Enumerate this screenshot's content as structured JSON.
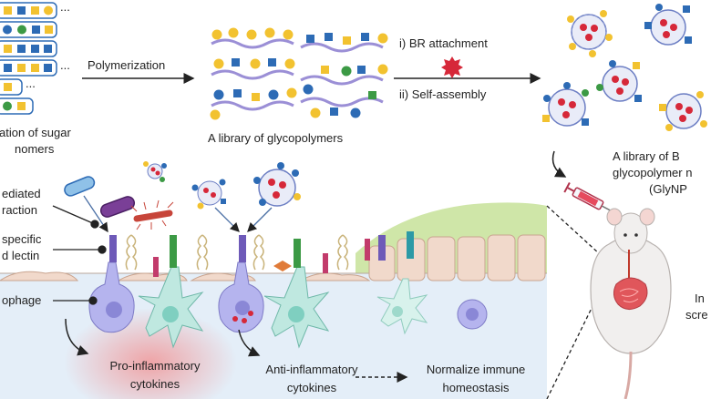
{
  "colors": {
    "sugar_yellow": "#f2c230",
    "sugar_blue": "#2d6bb5",
    "sugar_green": "#3c9a45",
    "backbone_purple": "#9b8fd6",
    "br_red": "#d62839",
    "gut_green": "#cfe6a8",
    "tissue_blue": "#e4eef8",
    "inflammation_red": "#f28b8b"
  },
  "monomers": {
    "caption_line1": "ation of sugar",
    "caption_line2": "nomers",
    "ellipsis": "..."
  },
  "step1": {
    "label": "Polymerization"
  },
  "library": {
    "caption": "A library of glycopolymers"
  },
  "step2": {
    "label_i": "i) BR attachment",
    "label_ii": "ii) Self-assembly"
  },
  "nanoparticles": {
    "caption_line1": "A library of B",
    "caption_line2": "glycopolymer n",
    "caption_line3": "(GlyNP"
  },
  "left_labels": {
    "mediated_line1": "ediated",
    "mediated_line2": "raction",
    "specific_line1": "specific",
    "specific_line2": "d lectin",
    "macrophage": "ophage"
  },
  "outcomes": {
    "pro_line1": "Pro-inflammatory",
    "pro_line2": "cytokines",
    "anti_line1": "Anti-inflammatory",
    "anti_line2": "cytokines",
    "normalize_line1": "Normalize immune",
    "normalize_line2": "homeostasis"
  },
  "screening": {
    "line1": "In",
    "line2": "scre"
  }
}
